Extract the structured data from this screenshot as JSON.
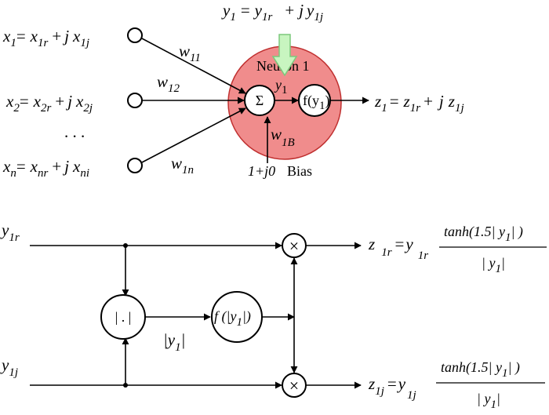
{
  "top": {
    "output_y1": {
      "var": "y",
      "sub1": "1",
      "eq": "=",
      "y1r_var": "y",
      "y1r_sub": "1r",
      "plus": "+",
      "j": "j",
      "y1j_var": "y",
      "y1j_sub": "1j"
    },
    "inputs": [
      {
        "var": "x",
        "sub": "1",
        "eq": "=",
        "r_var": "x",
        "r_sub": "1r",
        "plus": "+",
        "j": "j",
        "i_var": "x",
        "i_sub": "1j"
      },
      {
        "var": "x",
        "sub": "2",
        "eq": "=",
        "r_var": "x",
        "r_sub": "2r",
        "plus": "+",
        "j": "j",
        "i_var": "x",
        "i_sub": "2j"
      },
      {
        "var": "x",
        "sub": "n",
        "eq": "=",
        "r_var": "x",
        "r_sub": "nr",
        "plus": "+",
        "j": "j",
        "i_var": "x",
        "i_sub": "ni"
      }
    ],
    "ellipsis": ". . .",
    "weights": [
      {
        "var": "w",
        "sub": "11"
      },
      {
        "var": "w",
        "sub": "12"
      },
      {
        "var": "w",
        "sub": "1n"
      }
    ],
    "bias_weight": {
      "var": "w",
      "sub": "1B"
    },
    "bias_input": "1+j0",
    "bias_label": "Bias",
    "neuron_label": "Neuron 1",
    "sum_symbol": "Σ",
    "inner_y": {
      "var": "y",
      "sub": "1"
    },
    "activation": {
      "pre": "f(y",
      "sub": "1",
      "post": ")"
    },
    "output_z": {
      "var": "z",
      "sub": "1",
      "eq": "=",
      "r_var": "z",
      "r_sub": "1r",
      "plus": "+",
      "j": "j",
      "i_var": "z",
      "i_sub": "1j"
    },
    "colors": {
      "neuron_fill": "#f08c8c",
      "neuron_stroke": "#c03030",
      "arrow_fill": "#c8f5c0",
      "arrow_stroke": "#7cc87c"
    }
  },
  "bottom": {
    "in_real": {
      "var": "y",
      "sub": "1r"
    },
    "in_imag": {
      "var": "y",
      "sub": "1j"
    },
    "abs_symbol": "| . |",
    "abs_out": {
      "pre": "|y",
      "sub": "1",
      "post": "|"
    },
    "func": {
      "pre": "f (|y",
      "sub": "1",
      "post": "|)"
    },
    "multiply_symbol": "×",
    "out_real": {
      "lhs_var": "z",
      "lhs_sub": "1r",
      "eq": "=",
      "y_var": "y",
      "y_sub": "1r",
      "numerator": {
        "pre": "tanh(1.5| y",
        "sub": "1",
        "post": "| )"
      },
      "denominator": {
        "pre": "| y",
        "sub": "1",
        "post": "|"
      }
    },
    "out_imag": {
      "lhs_var": "z",
      "lhs_sub": "1j",
      "eq": "=",
      "y_var": "y",
      "y_sub": "1j",
      "numerator": {
        "pre": "tanh(1.5| y",
        "sub": "1",
        "post": "| )"
      },
      "denominator": {
        "pre": "| y",
        "sub": "1",
        "post": "|"
      }
    }
  }
}
